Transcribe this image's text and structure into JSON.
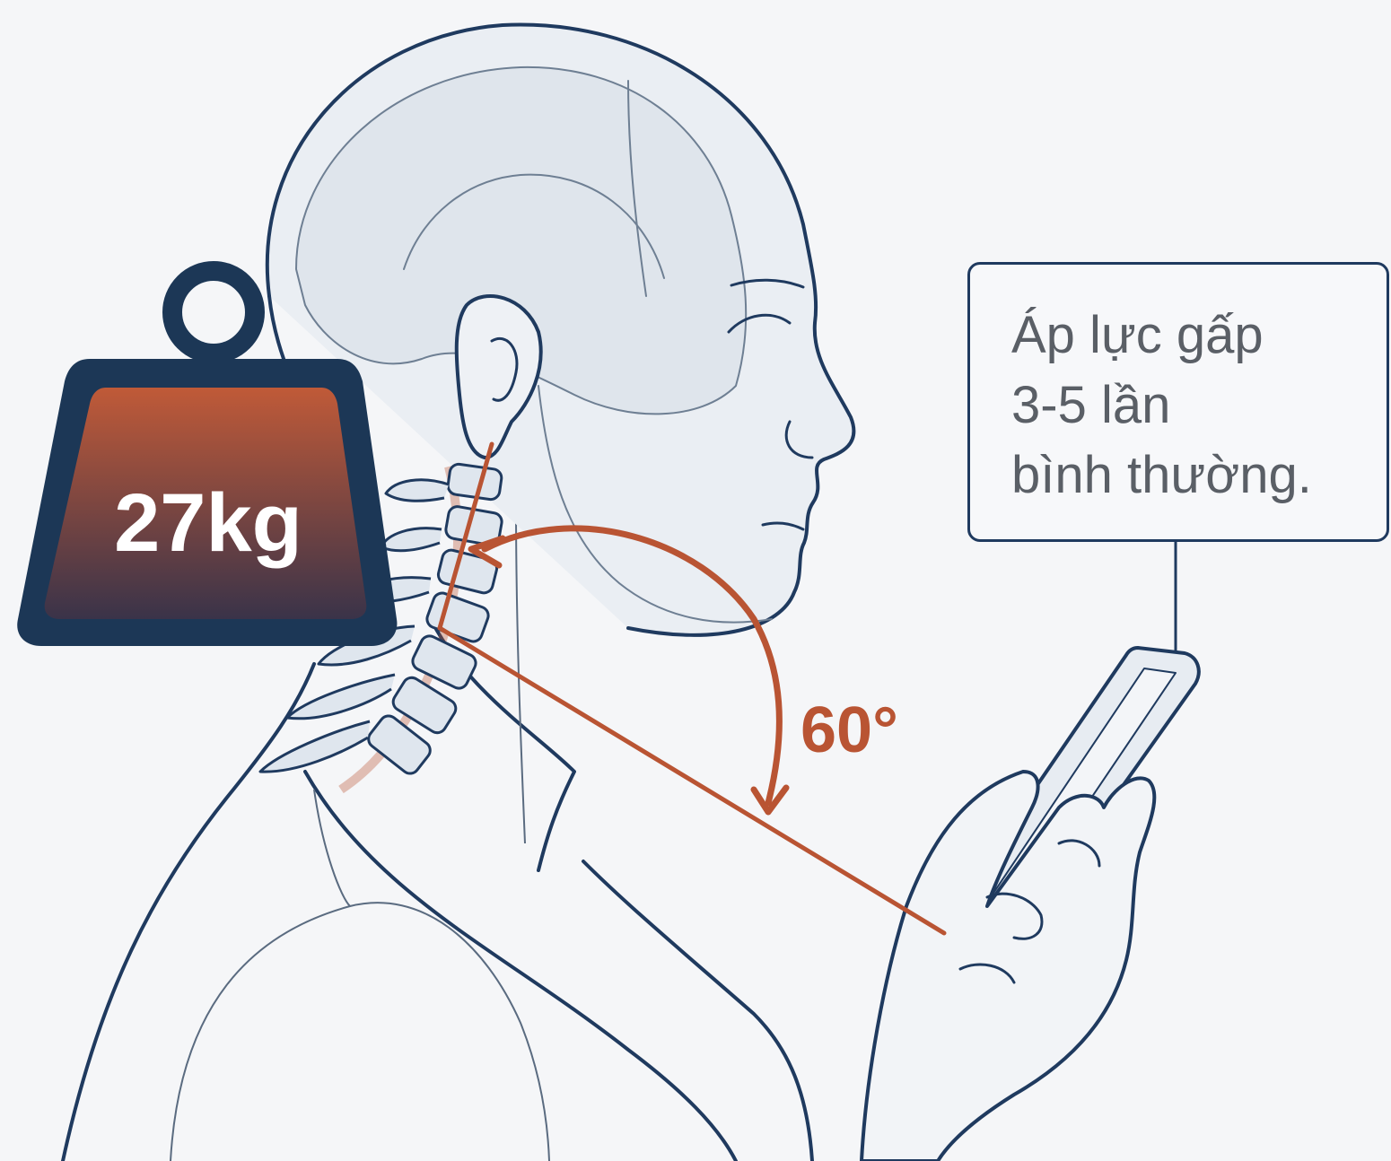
{
  "weight_label": "27kg",
  "angle_label": "60°",
  "callout": {
    "lines": [
      "Áp lực gấp",
      "3-5 lần",
      "bình thường."
    ]
  },
  "colors": {
    "outline": "#1f3a5f",
    "accent": "#b95433",
    "weight_top": "#c05a38",
    "weight_bottom": "#3a3349",
    "bone": "#dfe6ee",
    "background": "#f5f6f8"
  },
  "icons": [
    "kettlebell-weight-icon",
    "smartphone-icon",
    "angle-arc-arrow-icon"
  ]
}
